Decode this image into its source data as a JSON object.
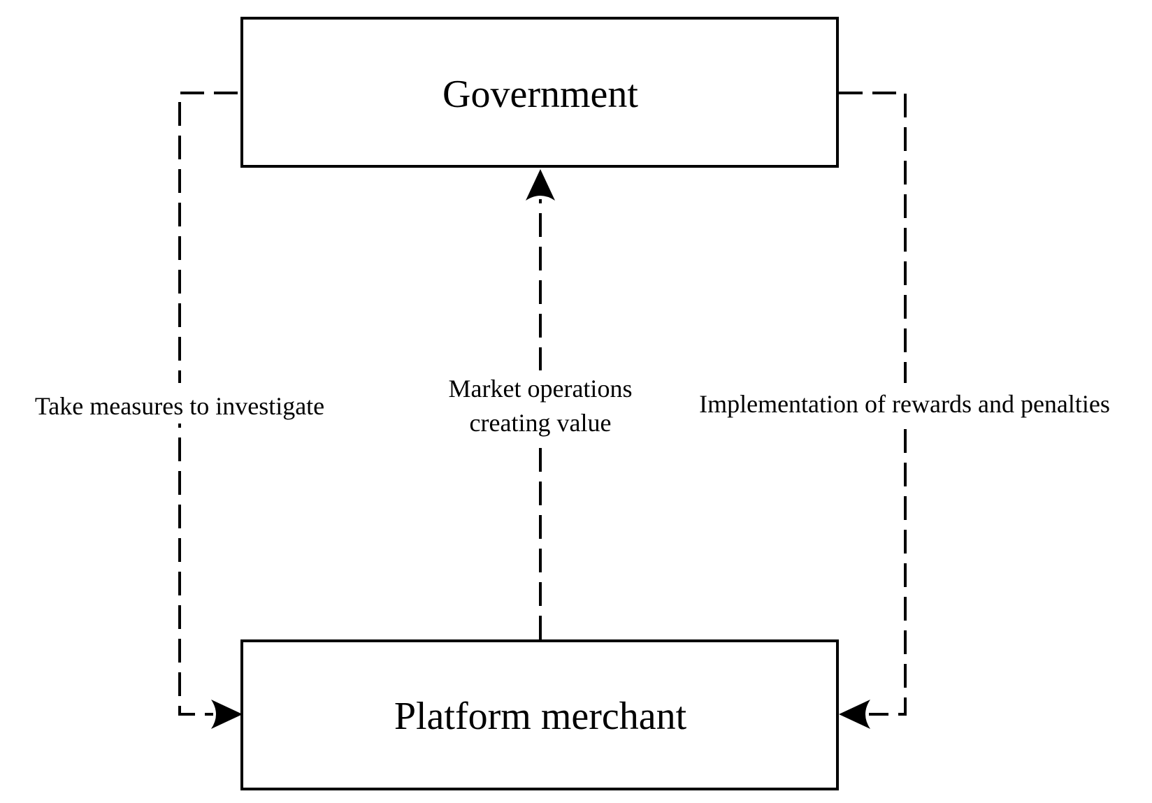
{
  "nodes": {
    "government": {
      "label": "Government"
    },
    "platform_merchant": {
      "label": "Platform merchant"
    }
  },
  "edges": {
    "left": {
      "label": "Take measures to investigate",
      "from": "government",
      "to": "platform_merchant"
    },
    "center": {
      "label_line1": "Market operations",
      "label_line2": "creating value",
      "from": "platform_merchant",
      "to": "government"
    },
    "right": {
      "label": "Implementation of rewards and penalties",
      "from": "government",
      "to": "platform_merchant"
    }
  }
}
